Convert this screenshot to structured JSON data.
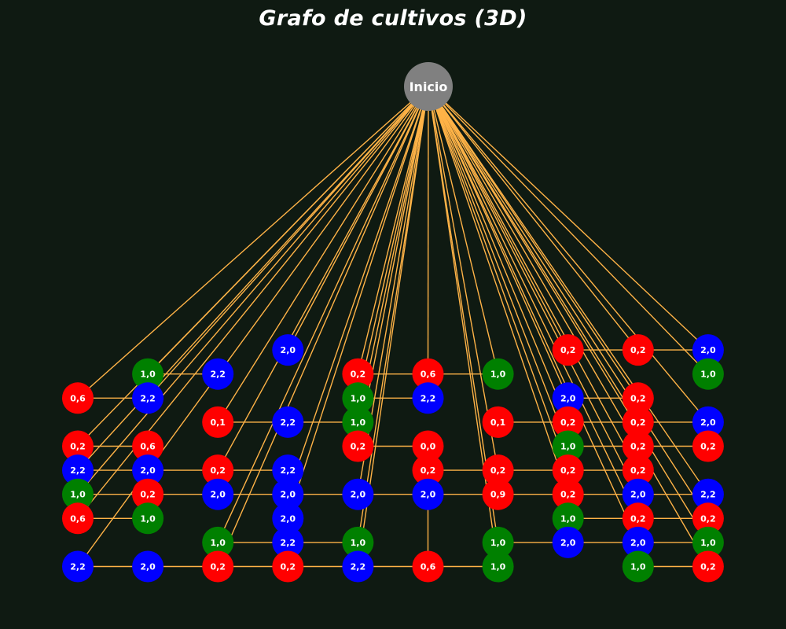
{
  "title": "Grafo de cultivos (3D)",
  "colors": {
    "background": "#0f1a12",
    "edge": "#ffb347",
    "root": "#808080",
    "red": "#ff0000",
    "blue": "#0000ff",
    "green": "#008000",
    "text": "#ffffff"
  },
  "root": {
    "label": "Inicio"
  },
  "columns": [
    [
      {
        "row": 3,
        "label": "0,6",
        "color": "red"
      },
      {
        "row": 5,
        "label": "0,2",
        "color": "red"
      },
      {
        "row": 6,
        "label": "2,2",
        "color": "blue"
      },
      {
        "row": 7,
        "label": "1,0",
        "color": "green"
      },
      {
        "row": 8,
        "label": "0,6",
        "color": "red"
      },
      {
        "row": 10,
        "label": "2,2",
        "color": "blue"
      }
    ],
    [
      {
        "row": 2,
        "label": "1,0",
        "color": "green"
      },
      {
        "row": 3,
        "label": "2,2",
        "color": "blue"
      },
      {
        "row": 5,
        "label": "0,6",
        "color": "red"
      },
      {
        "row": 6,
        "label": "2,0",
        "color": "blue"
      },
      {
        "row": 7,
        "label": "0,2",
        "color": "red"
      },
      {
        "row": 8,
        "label": "1,0",
        "color": "green"
      },
      {
        "row": 10,
        "label": "2,0",
        "color": "blue"
      }
    ],
    [
      {
        "row": 2,
        "label": "2,2",
        "color": "blue"
      },
      {
        "row": 4,
        "label": "0,1",
        "color": "red"
      },
      {
        "row": 6,
        "label": "0,2",
        "color": "red"
      },
      {
        "row": 7,
        "label": "2,0",
        "color": "blue"
      },
      {
        "row": 9,
        "label": "1,0",
        "color": "green"
      },
      {
        "row": 10,
        "label": "0,2",
        "color": "red"
      }
    ],
    [
      {
        "row": 1,
        "label": "2,0",
        "color": "blue"
      },
      {
        "row": 4,
        "label": "2,2",
        "color": "blue"
      },
      {
        "row": 6,
        "label": "2,2",
        "color": "blue"
      },
      {
        "row": 7,
        "label": "2,0",
        "color": "blue"
      },
      {
        "row": 8,
        "label": "2,0",
        "color": "blue"
      },
      {
        "row": 9,
        "label": "2,2",
        "color": "blue"
      },
      {
        "row": 10,
        "label": "0,2",
        "color": "red"
      }
    ],
    [
      {
        "row": 2,
        "label": "0,2",
        "color": "red"
      },
      {
        "row": 3,
        "label": "1,0",
        "color": "green"
      },
      {
        "row": 4,
        "label": "1,0",
        "color": "green"
      },
      {
        "row": 5,
        "label": "0,2",
        "color": "red"
      },
      {
        "row": 7,
        "label": "2,0",
        "color": "blue"
      },
      {
        "row": 9,
        "label": "1,0",
        "color": "green"
      },
      {
        "row": 10,
        "label": "2,2",
        "color": "blue"
      }
    ],
    [
      {
        "row": 2,
        "label": "0,6",
        "color": "red"
      },
      {
        "row": 3,
        "label": "2,2",
        "color": "blue"
      },
      {
        "row": 5,
        "label": "0,0",
        "color": "red"
      },
      {
        "row": 6,
        "label": "0,2",
        "color": "red"
      },
      {
        "row": 7,
        "label": "2,0",
        "color": "blue"
      },
      {
        "row": 10,
        "label": "0,6",
        "color": "red"
      }
    ],
    [
      {
        "row": 2,
        "label": "1,0",
        "color": "green"
      },
      {
        "row": 4,
        "label": "0,1",
        "color": "red"
      },
      {
        "row": 6,
        "label": "0,2",
        "color": "red"
      },
      {
        "row": 7,
        "label": "0,9",
        "color": "red"
      },
      {
        "row": 9,
        "label": "1,0",
        "color": "green"
      },
      {
        "row": 10,
        "label": "1,0",
        "color": "green"
      }
    ],
    [
      {
        "row": 1,
        "label": "0,2",
        "color": "red"
      },
      {
        "row": 3,
        "label": "2,0",
        "color": "blue"
      },
      {
        "row": 4,
        "label": "0,2",
        "color": "red"
      },
      {
        "row": 5,
        "label": "1,0",
        "color": "green"
      },
      {
        "row": 6,
        "label": "0,2",
        "color": "red"
      },
      {
        "row": 7,
        "label": "0,2",
        "color": "red"
      },
      {
        "row": 8,
        "label": "1,0",
        "color": "green"
      },
      {
        "row": 9,
        "label": "2,0",
        "color": "blue"
      }
    ],
    [
      {
        "row": 1,
        "label": "0,2",
        "color": "red"
      },
      {
        "row": 3,
        "label": "0,2",
        "color": "red"
      },
      {
        "row": 4,
        "label": "0,2",
        "color": "red"
      },
      {
        "row": 5,
        "label": "0,2",
        "color": "red"
      },
      {
        "row": 6,
        "label": "0,2",
        "color": "red"
      },
      {
        "row": 7,
        "label": "2,0",
        "color": "blue"
      },
      {
        "row": 8,
        "label": "0,2",
        "color": "red"
      },
      {
        "row": 9,
        "label": "2,0",
        "color": "blue"
      },
      {
        "row": 10,
        "label": "1,0",
        "color": "green"
      }
    ],
    [
      {
        "row": 1,
        "label": "2,0",
        "color": "blue"
      },
      {
        "row": 2,
        "label": "1,0",
        "color": "green"
      },
      {
        "row": 4,
        "label": "2,0",
        "color": "blue"
      },
      {
        "row": 5,
        "label": "0,2",
        "color": "red"
      },
      {
        "row": 7,
        "label": "2,2",
        "color": "blue"
      },
      {
        "row": 8,
        "label": "0,2",
        "color": "red"
      },
      {
        "row": 9,
        "label": "1,0",
        "color": "green"
      },
      {
        "row": 10,
        "label": "0,2",
        "color": "red"
      }
    ]
  ],
  "root_edges": [
    [
      0,
      3
    ],
    [
      0,
      5
    ],
    [
      0,
      6
    ],
    [
      0,
      7
    ],
    [
      0,
      8
    ],
    [
      0,
      10
    ],
    [
      1,
      2
    ],
    [
      1,
      3
    ],
    [
      2,
      4
    ],
    [
      2,
      6
    ],
    [
      2,
      9
    ],
    [
      2,
      10
    ],
    [
      3,
      1
    ],
    [
      3,
      7
    ],
    [
      3,
      8
    ],
    [
      4,
      2
    ],
    [
      4,
      3
    ],
    [
      4,
      4
    ],
    [
      4,
      5
    ],
    [
      4,
      7
    ],
    [
      4,
      9
    ],
    [
      4,
      10
    ],
    [
      5,
      2
    ],
    [
      6,
      2
    ],
    [
      6,
      6
    ],
    [
      6,
      9
    ],
    [
      6,
      10
    ],
    [
      7,
      1
    ],
    [
      7,
      3
    ],
    [
      7,
      4
    ],
    [
      7,
      5
    ],
    [
      7,
      6
    ],
    [
      7,
      7
    ],
    [
      8,
      1
    ],
    [
      8,
      3
    ],
    [
      8,
      4
    ],
    [
      8,
      6
    ],
    [
      8,
      7
    ],
    [
      8,
      8
    ],
    [
      8,
      9
    ],
    [
      9,
      1
    ],
    [
      9,
      2
    ],
    [
      9,
      4
    ],
    [
      9,
      7
    ],
    [
      9,
      8
    ],
    [
      9,
      9
    ],
    [
      9,
      10
    ]
  ],
  "row_segments": [
    {
      "row": 1,
      "from": 7,
      "to": 9
    },
    {
      "row": 2,
      "from": 1,
      "to": 2
    },
    {
      "row": 2,
      "from": 4,
      "to": 6
    },
    {
      "row": 3,
      "from": 0,
      "to": 1
    },
    {
      "row": 3,
      "from": 4,
      "to": 5
    },
    {
      "row": 3,
      "from": 7,
      "to": 8
    },
    {
      "row": 4,
      "from": 2,
      "to": 4
    },
    {
      "row": 4,
      "from": 6,
      "to": 9
    },
    {
      "row": 5,
      "from": 0,
      "to": 1
    },
    {
      "row": 5,
      "from": 4,
      "to": 5
    },
    {
      "row": 5,
      "from": 7,
      "to": 9
    },
    {
      "row": 6,
      "from": 0,
      "to": 3
    },
    {
      "row": 6,
      "from": 5,
      "to": 8
    },
    {
      "row": 7,
      "from": 0,
      "to": 9
    },
    {
      "row": 8,
      "from": 0,
      "to": 1
    },
    {
      "row": 8,
      "from": 7,
      "to": 9
    },
    {
      "row": 9,
      "from": 2,
      "to": 4
    },
    {
      "row": 9,
      "from": 6,
      "to": 9
    },
    {
      "row": 10,
      "from": 0,
      "to": 6
    },
    {
      "row": 10,
      "from": 8,
      "to": 9
    }
  ],
  "column_segments": [
    {
      "col": 5,
      "from": 7,
      "to": 10
    }
  ]
}
